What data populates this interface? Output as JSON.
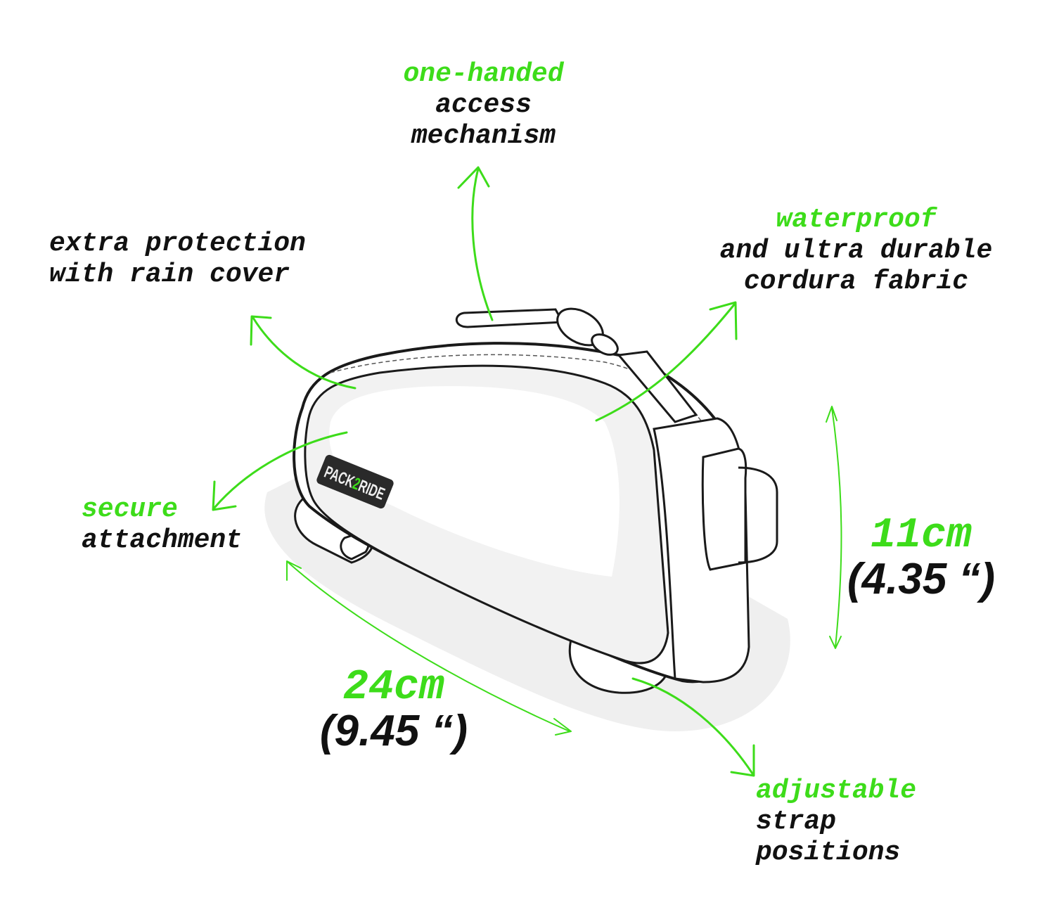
{
  "brand_logo": "PACK2RIDE",
  "colors": {
    "accent": "#3ddc1a",
    "text": "#111111",
    "outline": "#1a1a1a"
  },
  "features": [
    {
      "id": "access",
      "highlight": "one-handed",
      "lines": [
        "access",
        "mechanism"
      ]
    },
    {
      "id": "rain-cover",
      "highlight": "",
      "lines": [
        "extra protection",
        "with rain cover"
      ]
    },
    {
      "id": "fabric",
      "highlight": "waterproof",
      "lines": [
        "and ultra durable",
        "cordura fabric"
      ]
    },
    {
      "id": "attachment",
      "highlight": "secure",
      "lines": [
        "attachment"
      ]
    },
    {
      "id": "strap",
      "highlight": "adjustable",
      "lines": [
        "strap",
        "positions"
      ]
    }
  ],
  "dimensions": {
    "length": {
      "metric": "24cm",
      "imperial": "(9.45 “)"
    },
    "height": {
      "metric": "11cm",
      "imperial": "(4.35 “)"
    }
  }
}
